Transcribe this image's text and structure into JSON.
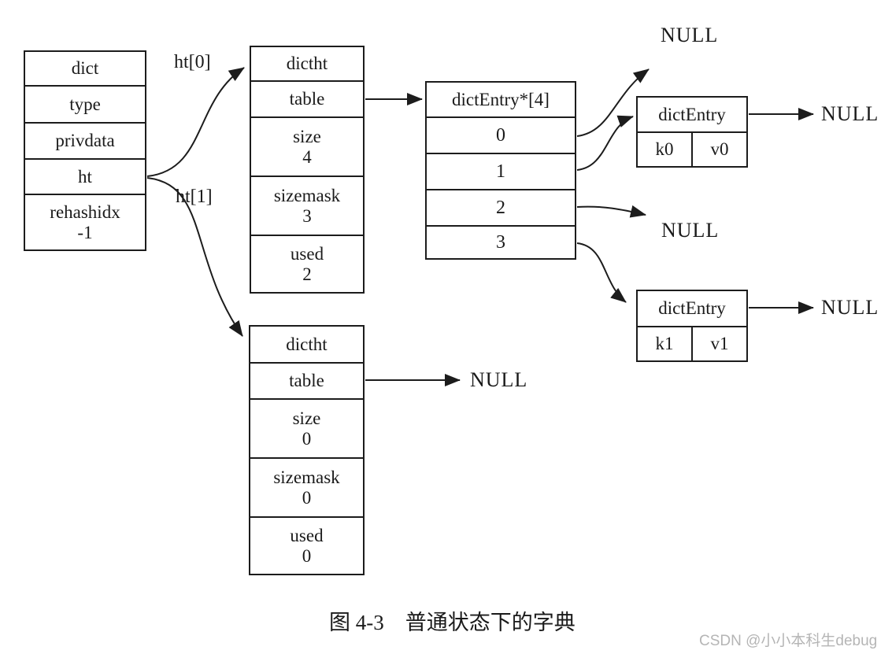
{
  "dict_box": {
    "header": "dict",
    "row_type": "type",
    "row_privdata": "privdata",
    "row_ht": "ht",
    "row_rehashidx_name": "rehashidx",
    "row_rehashidx_value": "-1"
  },
  "pointer_labels": {
    "ht0": "ht[0]",
    "ht1": "ht[1]"
  },
  "dictht0": {
    "header": "dictht",
    "table_label": "table",
    "size_name": "size",
    "size_value": "4",
    "sizemask_name": "sizemask",
    "sizemask_value": "3",
    "used_name": "used",
    "used_value": "2"
  },
  "dictht1": {
    "header": "dictht",
    "table_label": "table",
    "size_name": "size",
    "size_value": "0",
    "sizemask_name": "sizemask",
    "sizemask_value": "0",
    "used_name": "used",
    "used_value": "0"
  },
  "bucket_array": {
    "header": "dictEntry*[4]",
    "slots": [
      "0",
      "1",
      "2",
      "3"
    ]
  },
  "entry0": {
    "header": "dictEntry",
    "key": "k0",
    "value": "v0"
  },
  "entry1": {
    "header": "dictEntry",
    "key": "k1",
    "value": "v1"
  },
  "null_labels": {
    "top": "NULL",
    "entry0_next": "NULL",
    "slot2": "NULL",
    "entry1_next": "NULL",
    "ht1_table": "NULL"
  },
  "caption": "图 4-3　普通状态下的字典",
  "watermark": "CSDN @小小本科生debug"
}
